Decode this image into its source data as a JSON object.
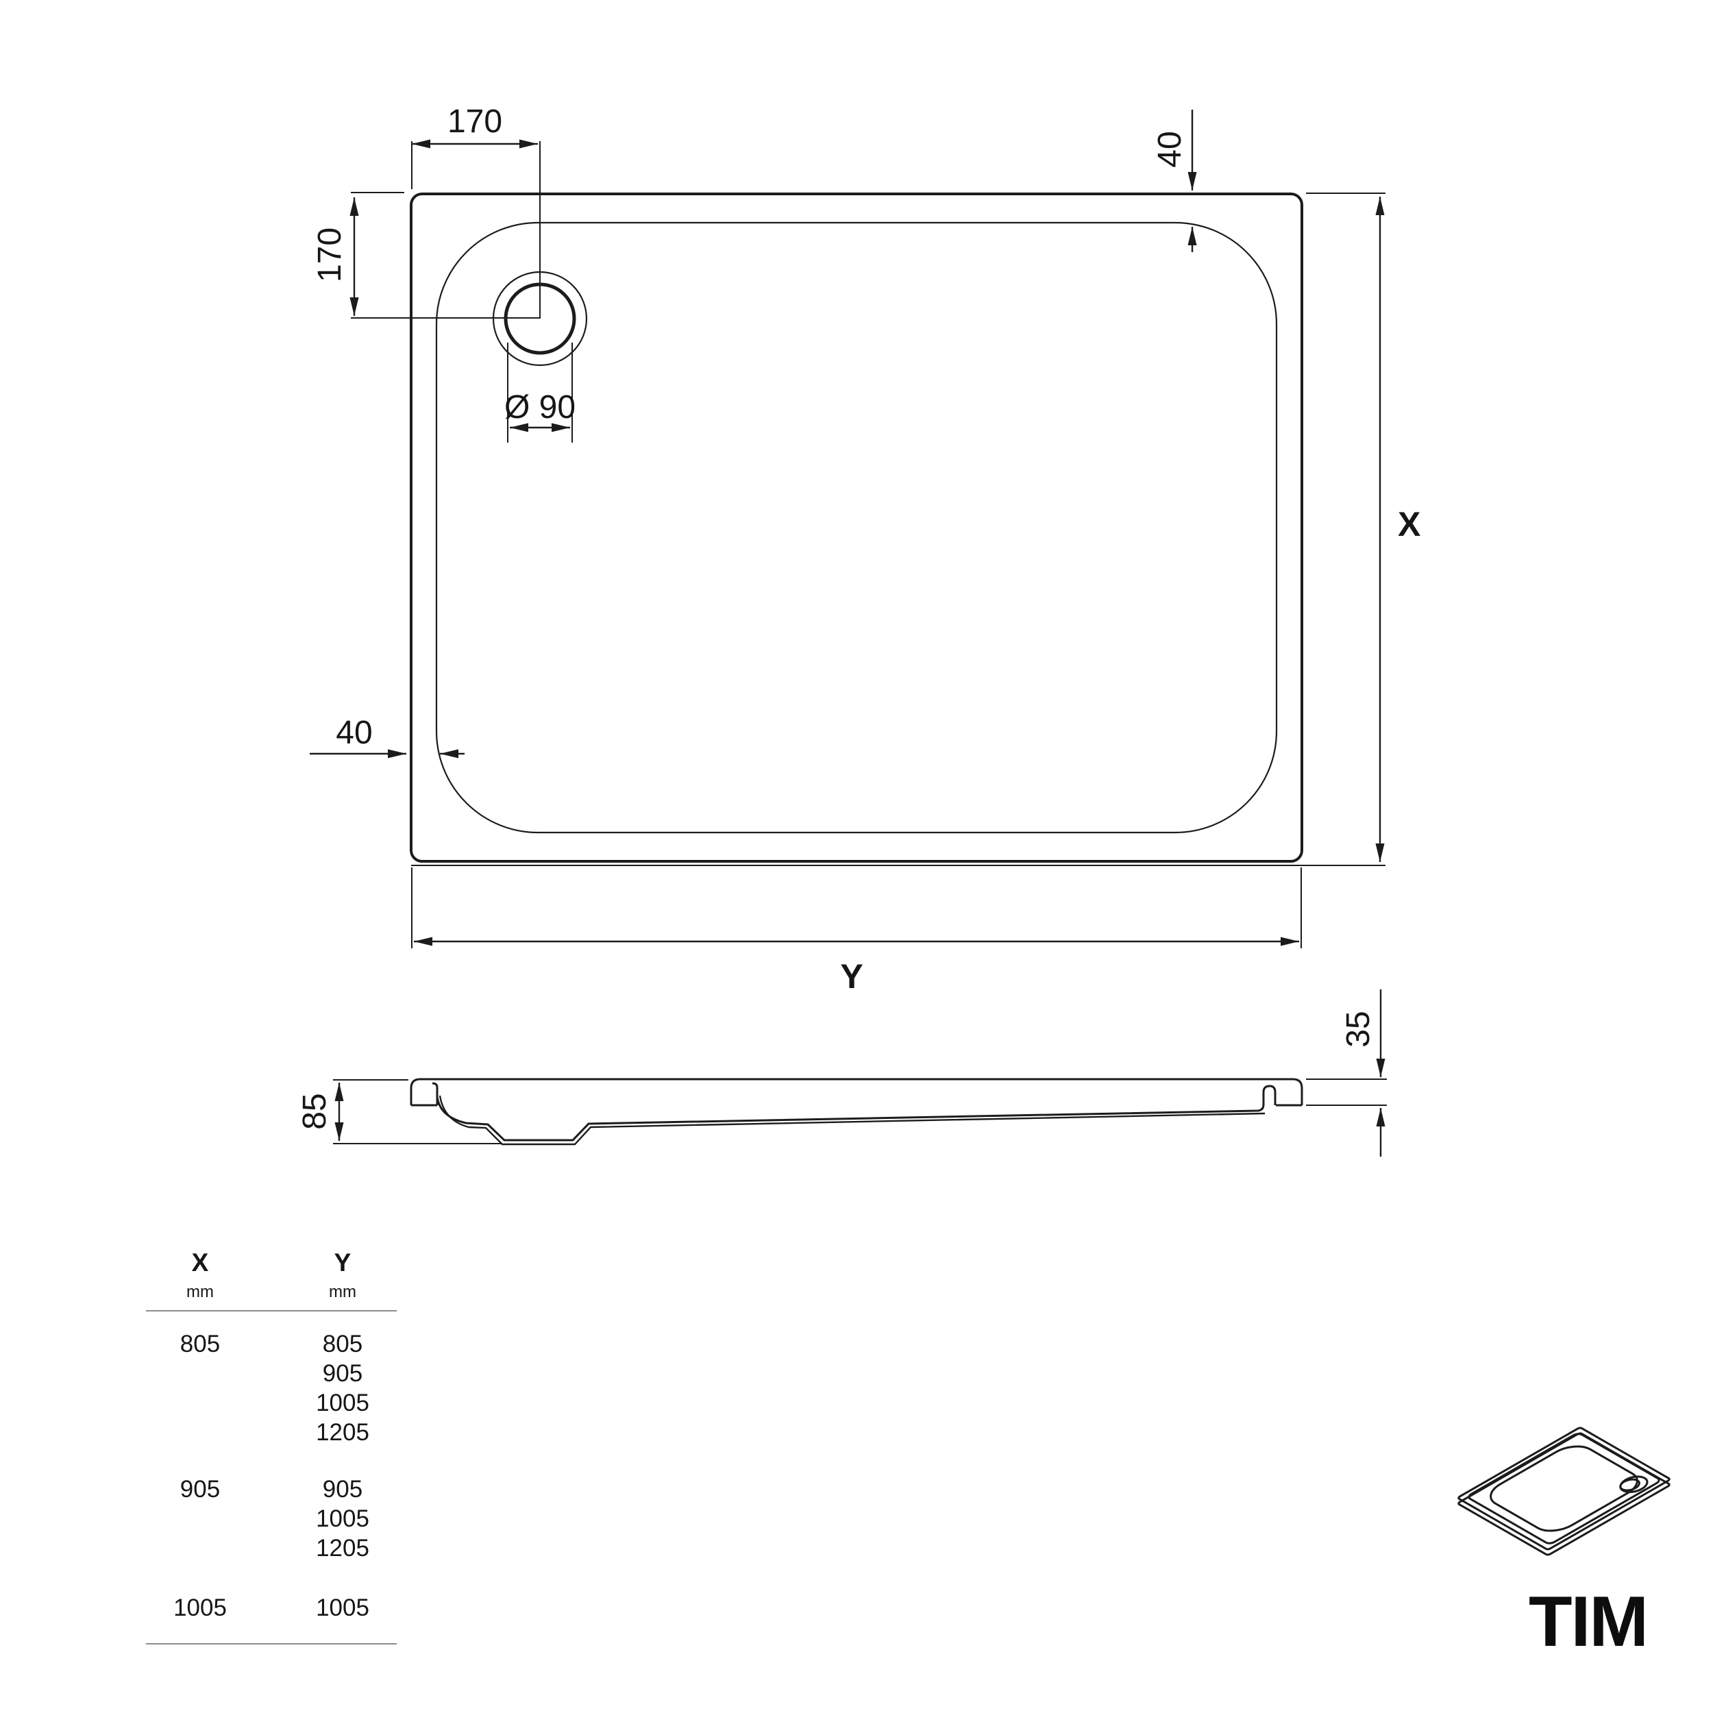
{
  "drawing": {
    "top_view": {
      "dim_drain_offset_x": "170",
      "dim_drain_offset_y": "170",
      "dim_drain_diameter": "Ø 90",
      "dim_inner_edge_top": "40",
      "dim_inner_edge_bottom": "40",
      "label_height": "X",
      "label_width": "Y"
    },
    "side_view": {
      "dim_total_depth": "85",
      "dim_rim_height": "35"
    }
  },
  "size_table": {
    "columns": [
      {
        "label": "X",
        "unit": "mm"
      },
      {
        "label": "Y",
        "unit": "mm"
      }
    ],
    "groups": [
      {
        "x": "805",
        "y_values": [
          "805",
          "905",
          "1005",
          "1205"
        ]
      },
      {
        "x": "905",
        "y_values": [
          "905",
          "1005",
          "1205"
        ]
      },
      {
        "x": "1005",
        "y_values": [
          "1005"
        ]
      }
    ]
  },
  "brand": {
    "logo_text": "TIM"
  },
  "colors": {
    "line": "#1c1c1c",
    "table_rule": "#8c8c8c",
    "background": "#ffffff"
  }
}
